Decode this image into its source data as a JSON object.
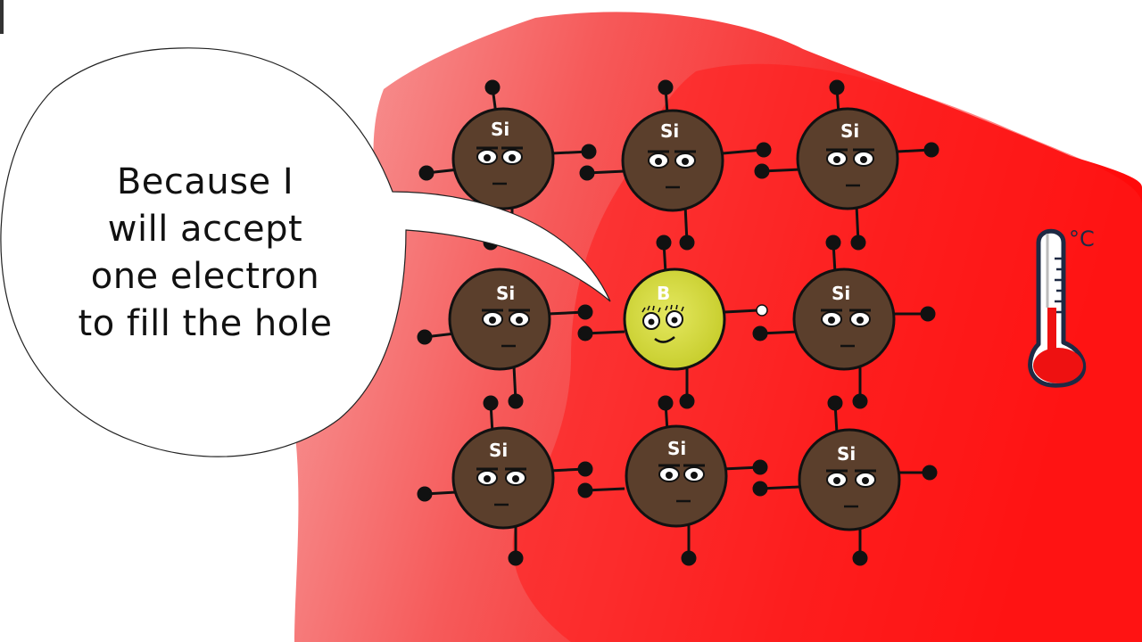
{
  "speech_bubble": {
    "text": "Because I\nwill accept\none electron\nto fill the hole"
  },
  "atoms": {
    "silicon_label": "Si",
    "boron_label": "B",
    "silicon_color": "#5b3f2c",
    "boron_color": "#d4d93a"
  },
  "thermometer": {
    "unit_label": "°C",
    "fill_color": "#ee1111"
  },
  "background": {
    "heat_color": "#ff0000",
    "light_color": "#f48a8a"
  }
}
